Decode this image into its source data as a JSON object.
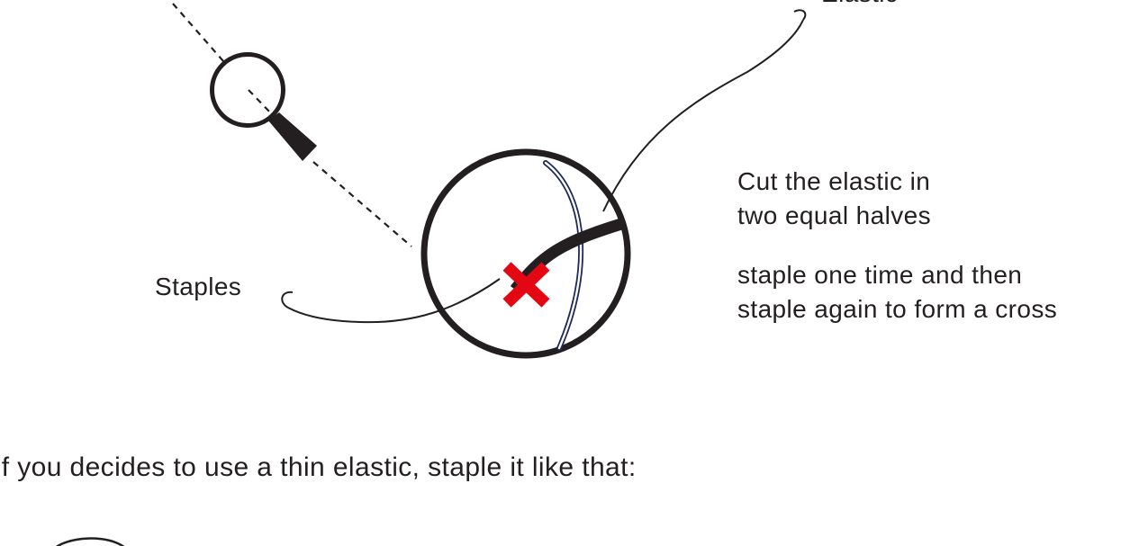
{
  "labels": {
    "elastic": "Elastic",
    "staples": "Staples"
  },
  "instructions": {
    "cut_line_1": "Cut the elastic in",
    "cut_line_2": "two equal halves",
    "staple_line_1": "staple one time and then",
    "staple_line_2": "staple again to form a cross"
  },
  "footnote": "If you decides to use a thin elastic, staple it like that:",
  "colors": {
    "ink": "#231f20",
    "staple_cross": "#e30613",
    "thin_elastic_outline": "#1f2a5a",
    "background": "#ffffff"
  },
  "icons": {
    "magnifier": "magnifying-glass-icon",
    "staple_mark": "red-cross-staple-icon"
  }
}
